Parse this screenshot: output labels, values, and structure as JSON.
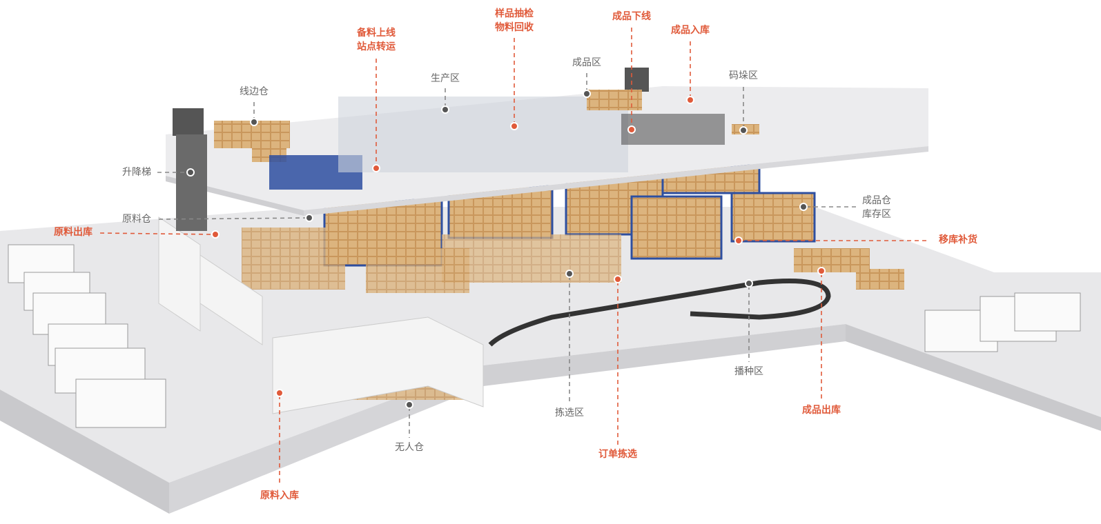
{
  "colors": {
    "accent": "#e05a3a",
    "gray": "#666666",
    "floor": "#e6e6e8",
    "rack": "#2e4fa0",
    "box": "#d9b07a"
  },
  "process_labels": {
    "material_online": [
      "备料上线",
      "站点转运"
    ],
    "sample_check": [
      "样品抽检",
      "物料回收"
    ],
    "product_offline": "成品下线",
    "product_inbound": "成品入库",
    "raw_outbound": "原料出库",
    "transfer_replenish": "移库补货",
    "order_picking": "订单拣选",
    "product_outbound": "成品出库",
    "raw_inbound": "原料入库"
  },
  "zone_labels": {
    "line_side_store": "线边仓",
    "production_area": "生产区",
    "product_area": "成品区",
    "palletizing_area": "码垛区",
    "elevator": "升降梯",
    "raw_warehouse": "原料仓",
    "product_storage": [
      "成品仓",
      "库存区"
    ],
    "picking_area": "拣选区",
    "sorting_area": "播种区",
    "unmanned_warehouse": "无人仓"
  }
}
